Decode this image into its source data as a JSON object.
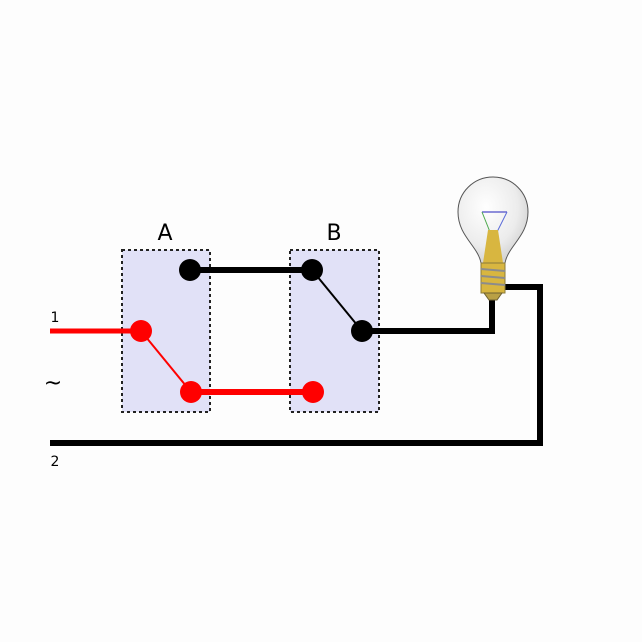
{
  "labels": {
    "switch_a": "A",
    "switch_b": "B",
    "line_1": "1",
    "line_2": "2",
    "ac_symbol": "~"
  },
  "colors": {
    "live": "#ff0000",
    "neutral": "#000000",
    "switch_fill": "#e1e1f7",
    "bulb_base": "#d8b640"
  },
  "icons": {
    "lamp": "light-bulb-icon"
  }
}
